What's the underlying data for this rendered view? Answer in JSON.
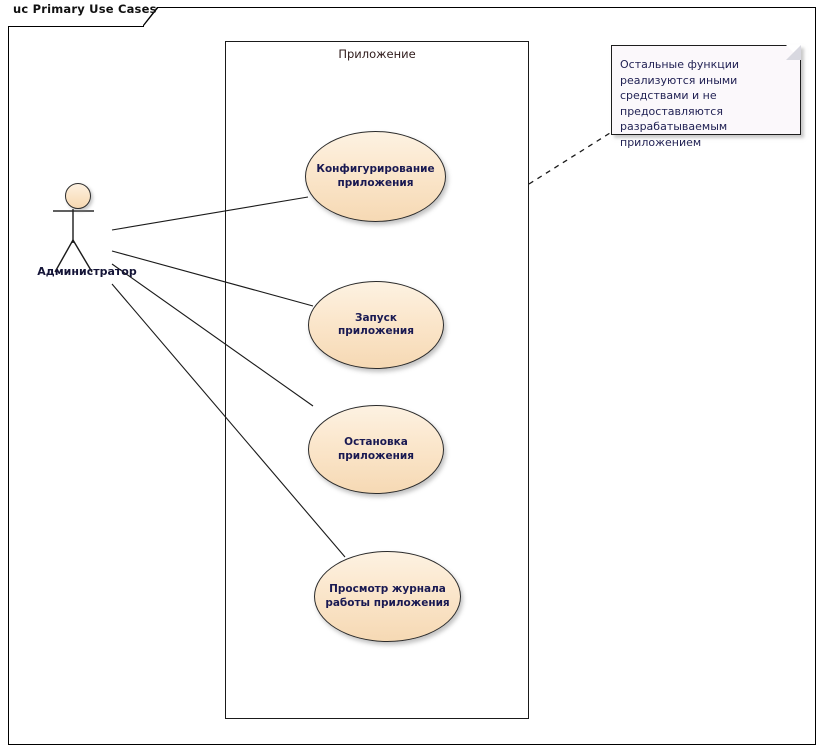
{
  "diagram": {
    "frame_label": "uc Primary Use Cases",
    "boundary_label": "Приложение",
    "actor": {
      "name": "Администратор",
      "icon": "stick-figure-actor-icon"
    },
    "use_cases": [
      {
        "id": "uc-configure",
        "label": "Конфигурирование\nприложения"
      },
      {
        "id": "uc-start",
        "label": "Запуск приложения"
      },
      {
        "id": "uc-stop",
        "label": "Остановка\nприложения"
      },
      {
        "id": "uc-viewlog",
        "label": "Просмотр журнала\nработы приложения"
      }
    ],
    "note": {
      "text": "Остальные функции реализуются иными средствами и не предоставляются разрабатываемым приложением"
    },
    "associations": [
      {
        "from": "Администратор",
        "to": "Конфигурирование приложения"
      },
      {
        "from": "Администратор",
        "to": "Запуск приложения"
      },
      {
        "from": "Администратор",
        "to": "Остановка приложения"
      },
      {
        "from": "Администратор",
        "to": "Просмотр журнала работы приложения"
      }
    ],
    "colors": {
      "usecase_fill_top": "#fdf2e2",
      "usecase_fill_bottom": "#f6d9b4",
      "usecase_border": "#2b2b2b",
      "usecase_text": "#191952",
      "note_fill": "#fbf8fb",
      "note_text": "#1f1f52",
      "frame_border": "#000000",
      "boundary_border": "#1a1a1a",
      "background": "#ffffff"
    }
  }
}
